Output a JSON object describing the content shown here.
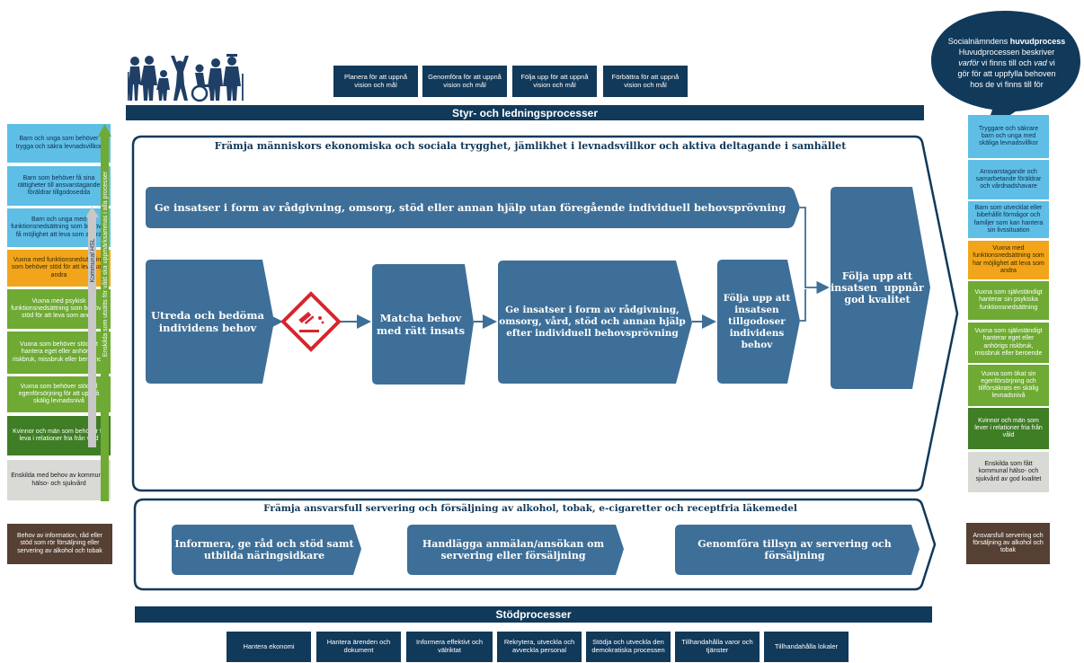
{
  "top_steps": [
    "Planera för att uppnå vision och mål",
    "Genomföra för att uppnå vision och mål",
    "Följa upp för att uppnå vision och mål",
    "Förbättra för att uppnå vision och mål"
  ],
  "styr_bar": "Styr- och ledningsprocesser",
  "bubble": {
    "line1_plain": "Socialnämndens ",
    "line1_bold": "huvudprocess",
    "line2": "Huvudprocessen beskriver",
    "line3_italic1": "varför",
    "line3_rest": " vi finns till och ",
    "line3_italic2": "vad",
    "line3_end": " vi",
    "line4": "gör för att uppfylla behoven",
    "line5": "hos de vi finns till för"
  },
  "left_needs": [
    "Barn och unga som behöver trygga och säkra levnadsvillkor",
    "Barn som behöver få sina rättigheter till ansvarstagande föräldrar tillgodosedda",
    "Barn och unga med funktionsnedsättning som behöver få möjlighet att leva som andra",
    "Vuxna med funktionsnedsättning som behöver stöd för att leva som andra",
    "Vuxna med psykisk funktionsnedsättning som behöver stöd för att leva som andra",
    "Vuxna som behöver stöd att hantera eget eller anhörigs riskbruk, missbruk eller beroende",
    "Vuxna som behöver stöd till egenförsörjning för att uppnå skälig levnadsnivå",
    "Kvinnor och män som behöver få leva i relationer fria från våld",
    "Enskilda med behov av kommunal hälso- och sjukvård"
  ],
  "left_need_bottom": "Behov av information, råd eller stöd som rör försäljning eller servering av alkohol och tobak",
  "vertical_labels": {
    "outer": "Enskilda som utsätts för våld ska uppmärksammas i alla processer",
    "inner": "Kommunal HSL"
  },
  "right_results": [
    "Tryggare och säkrare barn och unga med skäliga levnadsvillkor",
    "Ansvarstagande och samarbetande föräldrar och vårdnadshavare",
    "Barn som utvecklat eller bibehållit förmågor och familjer som kan hantera sin livssituation",
    "Vuxna med funktionsnedsättning som har möjlighet att leva som andra",
    "Vuxna som självständigt hanterar sin psykiska funktionsnedsättning",
    "Vuxna som självständigt hanterar eget eller anhörigs riskbruk, missbruk eller beroende",
    "Vuxna som ökat sin egenförsörjning och tillförsäkrats en skälig levnadsnivå",
    "Kvinnor och män som lever i relationer fria från våld",
    "Enskilda som fått kommunal hälso- och sjukvård av god kvalitet"
  ],
  "right_result_bottom": "Ansvarsfull servering och försäljning av alkohol och tobak",
  "main_title": "Främja människors ekonomiska och sociala trygghet, jämlikhet i levnadsvillkor och aktiva deltagande i samhället",
  "top_flow": "Ge insatser i form av rådgivning, omsorg, stöd eller annan hjälp utan föregående individuell behovsprövning",
  "flow": {
    "utreda": [
      "Utreda och bedöma",
      "individens behov"
    ],
    "matcha": [
      "Matcha behov",
      "med rätt insats"
    ],
    "ge_insatser": [
      "Ge insatser i form av rådgivning,",
      "omsorg, vård, stöd och annan hjälp",
      "efter individuell behovsprövning"
    ],
    "folja_upp": [
      "Följa upp att",
      "insatsen",
      "tillgodoser",
      "individens",
      "behov"
    ],
    "folja_kvalitet": [
      "Följa upp att",
      "insatsen  uppnår",
      "god kvalitet"
    ]
  },
  "alcohol_title": "Främja ansvarsfull servering och försäljning av alkohol, tobak, e-cigaretter och receptfria läkemedel",
  "alcohol_steps": [
    [
      "Informera, ge råd och stöd samt",
      "utbilda näringsidkare"
    ],
    [
      "Handlägga anmälan/ansökan om",
      "servering eller försäljning"
    ],
    [
      "Genomföra tillsyn av servering och",
      "försäljning"
    ]
  ],
  "stod_bar": "Stödprocesser",
  "support": [
    "Hantera ekonomi",
    "Hantera ärenden och dokument",
    "Informera effektivt och välriktat",
    "Rekrytera, utveckla och avveckla personal",
    "Stödja och utveckla den demokratiska processen",
    "Tillhandahålla varor och tjänster",
    "Tillhandahålla lokaler"
  ],
  "colors": {
    "dark_navy": "#11395a",
    "process_blue": "#3d6f98",
    "left_colors": [
      "#5ebee6",
      "#5ebee6",
      "#5ebee6",
      "#f2a51a",
      "#6eaa34",
      "#6eaa34",
      "#6eaa34",
      "#3f7e25",
      "#d9d9d5"
    ],
    "right_colors": [
      "#5ebee6",
      "#5ebee6",
      "#5ebee6",
      "#f2a51a",
      "#6eaa34",
      "#6eaa34",
      "#6eaa34",
      "#3f7e25",
      "#d9d9d5"
    ],
    "brown": "#554033",
    "warning_red": "#d6262c"
  },
  "icons": [
    "people-silhouettes-icon",
    "judge-gavel-warning-icon",
    "speech-bubble-icon"
  ]
}
